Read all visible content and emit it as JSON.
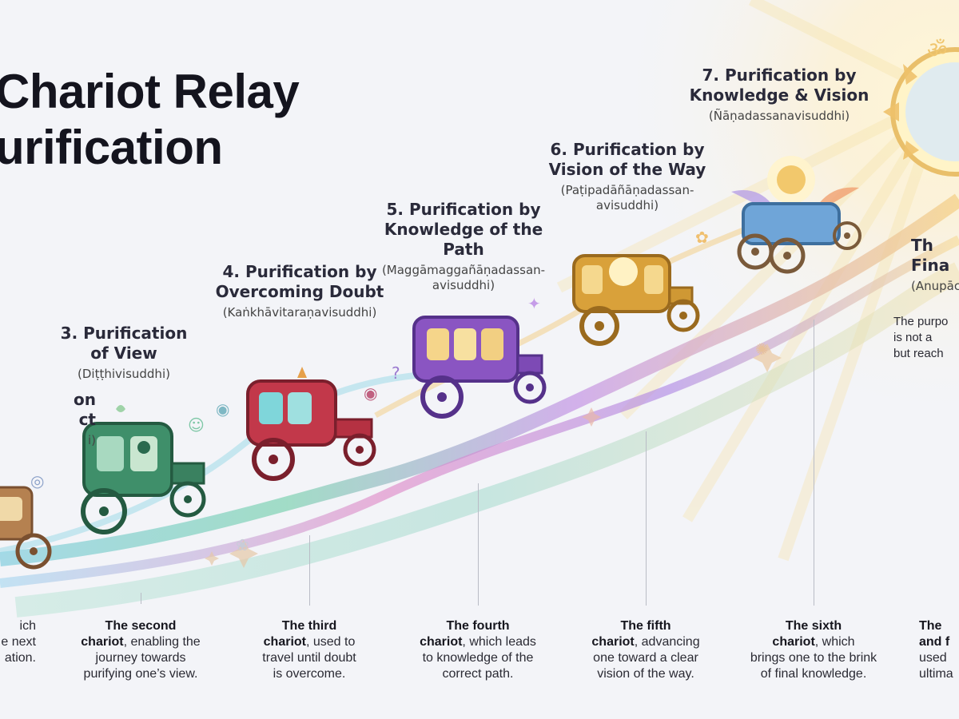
{
  "title": {
    "line1": "Chariot Relay",
    "line2": "urification"
  },
  "stages": [
    {
      "heading": "on\nct",
      "pali": "i)"
    },
    {
      "heading": "3. Purification\nof View",
      "pali": "(Diṭṭhivisuddhi)"
    },
    {
      "heading": "4. Purification by\nOvercoming Doubt",
      "pali": "(Kaṅkhāvitaraṇavisuddhi)"
    },
    {
      "heading": "5. Purification by\nKnowledge of the Path",
      "pali": "(Maggāmaggañāṇadassan-\navisuddhi)"
    },
    {
      "heading": "6. Purification by\nVision of the Way",
      "pali": "(Paṭipadāñāṇadassan-\navisuddhi)"
    },
    {
      "heading": "7. Purification by\nKnowledge & Vision",
      "pali": "(Ñāṇadassanavisuddhi)"
    },
    {
      "heading": "Th\nFina",
      "pali": "(Anupāc"
    }
  ],
  "right_note": "The purpo\nis not a\nbut reach",
  "descriptions": [
    {
      "bold": "",
      "rest": "ich\ne next\nation."
    },
    {
      "bold": "The second\nchariot",
      "rest": ", enabling the\njourney towards\npurifying one’s view."
    },
    {
      "bold": "The third\nchariot",
      "rest": ", used to\ntravel until doubt\nis overcome."
    },
    {
      "bold": "The fourth\nchariot",
      "rest": ", which leads\nto knowledge of the\ncorrect path."
    },
    {
      "bold": "The fifth\nchariot",
      "rest": ", advancing\none toward a clear\nvision of the way."
    },
    {
      "bold": "The sixth\nchariot",
      "rest": ", which\nbrings one to the brink\nof final knowledge."
    },
    {
      "bold": "The\nand f",
      "rest": "\nused\nultima"
    }
  ],
  "om_symbol": "ॐ",
  "colors": {
    "chariot_1": "#c9955a",
    "chariot_2": "#3f8f6a",
    "chariot_3": "#c2384a",
    "chariot_4": "#8a55c2",
    "chariot_5": "#d9a13a",
    "chariot_6": "#6fa5d8",
    "ribbon_green": "#7fcfb4",
    "ribbon_purple": "#b388e0",
    "ribbon_gold": "#f0c060",
    "glow": "#fff2c4"
  }
}
